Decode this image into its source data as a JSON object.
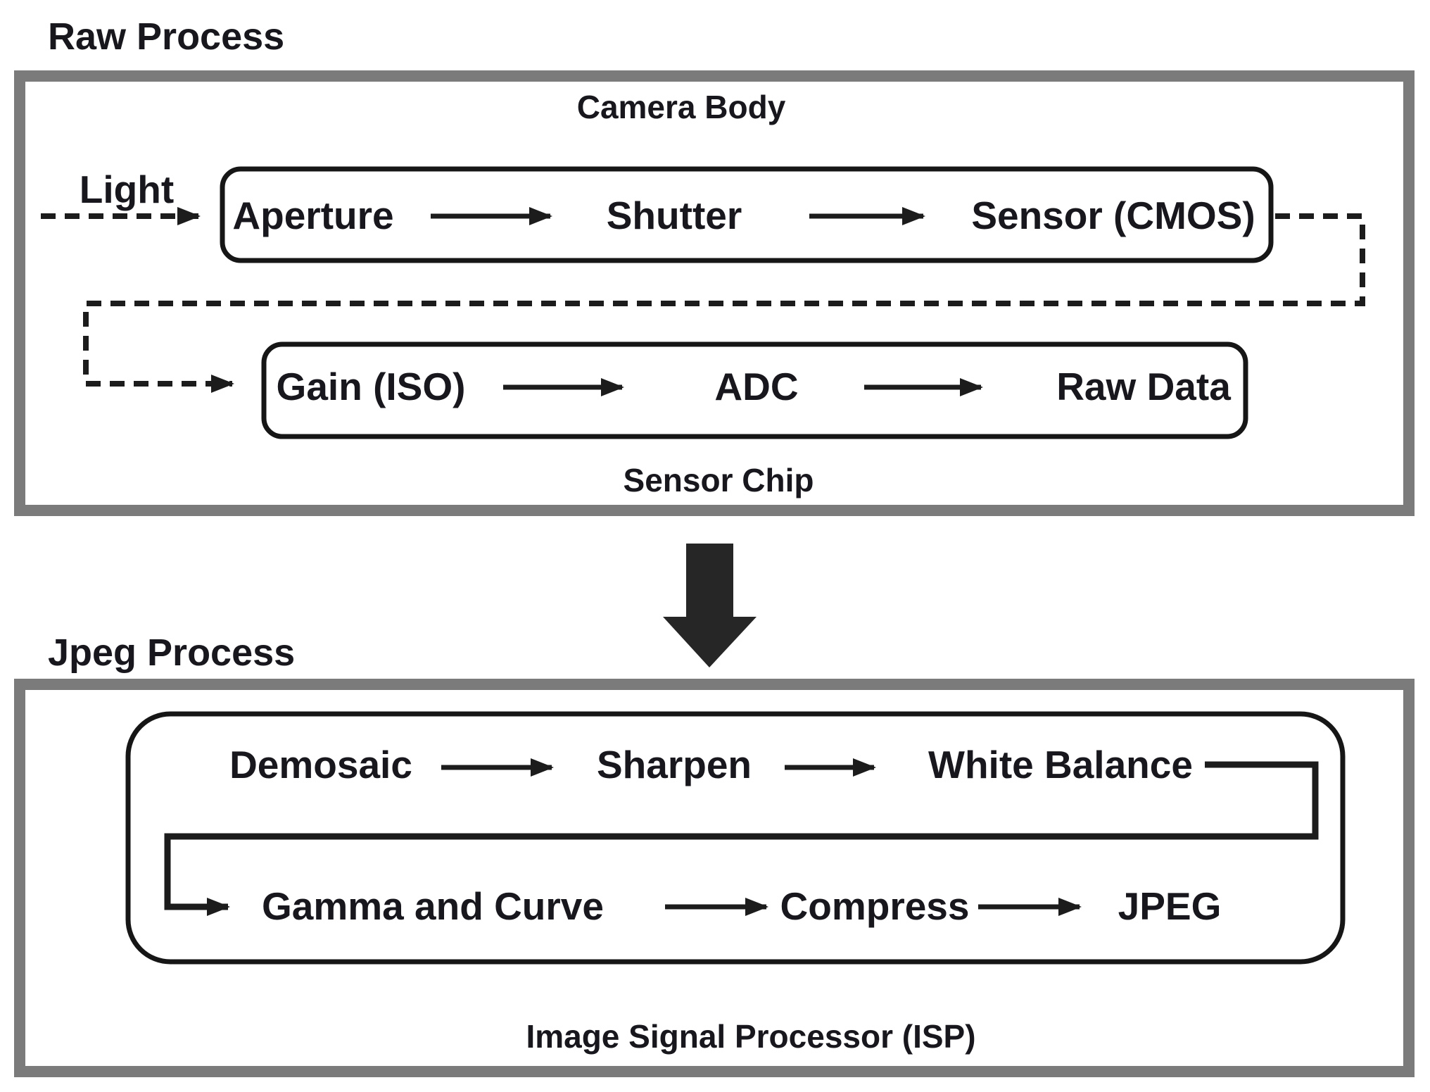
{
  "diagram": {
    "raw_process": {
      "title": "Raw Process",
      "container_label": "Camera Body",
      "chip_label": "Sensor Chip",
      "input_label": "Light",
      "camera_row": {
        "step1": "Aperture",
        "step2": "Shutter",
        "step3": "Sensor (CMOS)"
      },
      "sensor_row": {
        "step1": "Gain (ISO)",
        "step2": "ADC",
        "step3": "Raw Data"
      }
    },
    "jpeg_process": {
      "title": "Jpeg Process",
      "container_label": "Image Signal Processor (ISP)",
      "isp_row1": {
        "step1": "Demosaic",
        "step2": "Sharpen",
        "step3": "White Balance"
      },
      "isp_row2": {
        "step1": "Gamma and Curve",
        "step2": "Compress",
        "step3": "JPEG"
      }
    },
    "colors": {
      "background": "#ffffff",
      "container_border_gray": "#7b7b7b",
      "line_black": "#1c1c1c",
      "down_arrow_fill": "#262626"
    }
  }
}
